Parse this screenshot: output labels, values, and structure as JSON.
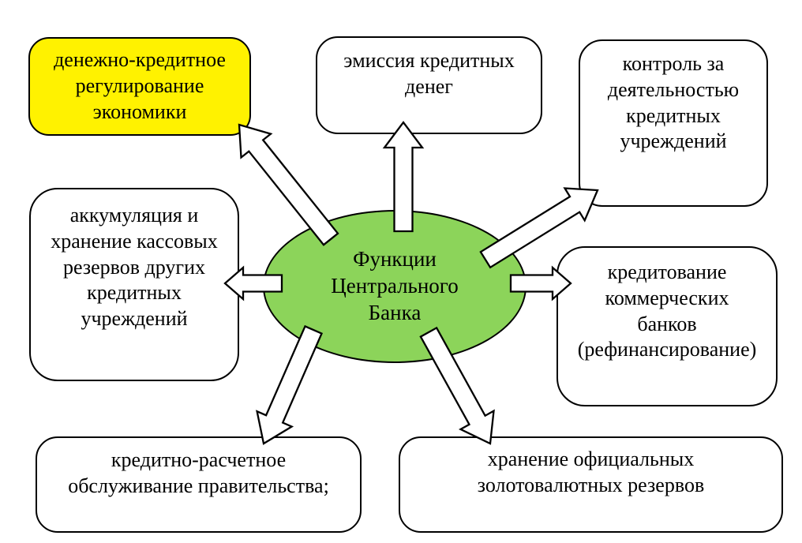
{
  "diagram": {
    "title": "Функции Центрального Банка",
    "center": {
      "id": "central-bank-functions",
      "label": [
        "Функции",
        "Центрального",
        "Банка"
      ]
    },
    "nodes": [
      {
        "id": "monetary-regulation",
        "label": [
          "денежно-кредитное",
          "регулирование",
          "экономики"
        ],
        "highlighted": true
      },
      {
        "id": "emission",
        "label": [
          "эмиссия кредитных",
          "денег"
        ],
        "highlighted": false
      },
      {
        "id": "control",
        "label": [
          "контроль за",
          "деятельностью",
          "кредитных",
          "учреждений"
        ],
        "highlighted": false
      },
      {
        "id": "accumulation",
        "label": [
          "аккумуляция и",
          "хранение кассовых",
          "резервов других",
          "кредитных",
          "учреждений"
        ],
        "highlighted": false
      },
      {
        "id": "lending",
        "label": [
          "кредитование",
          "коммерческих",
          "банков",
          "(рефинансирование)"
        ],
        "highlighted": false
      },
      {
        "id": "government-services",
        "label": [
          "кредитно-расчетное",
          "обслуживание правительства;"
        ],
        "highlighted": false
      },
      {
        "id": "gold-reserves",
        "label": [
          "хранение официальных",
          "золотовалютных резервов"
        ],
        "highlighted": false
      }
    ],
    "arrow_directions": [
      "up",
      "up-left",
      "up-right",
      "left",
      "right",
      "down-left",
      "down-right"
    ]
  },
  "colors": {
    "highlight_fill": "#FFF200",
    "center_fill": "#8CD45A",
    "node_fill": "#FFFFFF",
    "outline": "#000000",
    "arrow_fill": "#FFFFFF"
  }
}
